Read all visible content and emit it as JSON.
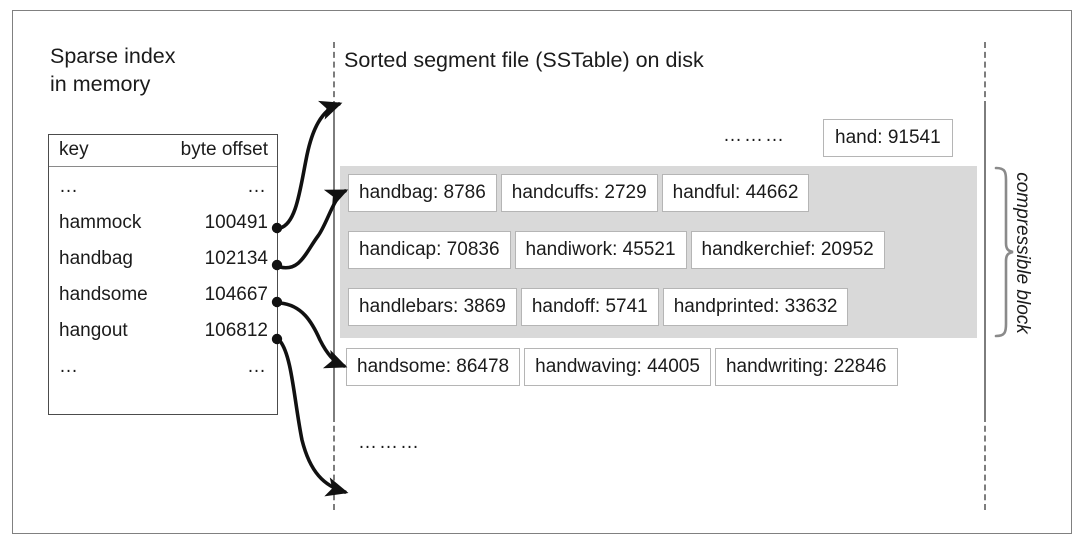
{
  "diagram": {
    "left_caption": "Sparse index\nin memory",
    "right_caption": "Sorted segment file (SSTable) on disk",
    "block_label": "compressible block",
    "ellipsis": "………",
    "short_ellipsis": "…"
  },
  "sparse_index": {
    "columns": {
      "key": "key",
      "offset": "byte offset"
    },
    "rows": [
      {
        "key": "…",
        "offset": "…",
        "is_ellipsis": true
      },
      {
        "key": "hammock",
        "offset": "100491",
        "is_ellipsis": false
      },
      {
        "key": "handbag",
        "offset": "102134",
        "is_ellipsis": false
      },
      {
        "key": "handsome",
        "offset": "104667",
        "is_ellipsis": false
      },
      {
        "key": "hangout",
        "offset": "106812",
        "is_ellipsis": false
      },
      {
        "key": "…",
        "offset": "…",
        "is_ellipsis": true
      }
    ]
  },
  "segment_file": {
    "standalone_entry": "hand: 91541",
    "rows": [
      {
        "in_compressible_block": true,
        "entries": [
          "handbag: 8786",
          "handcuffs: 2729",
          "handful: 44662"
        ]
      },
      {
        "in_compressible_block": true,
        "entries": [
          "handicap: 70836",
          "handiwork: 45521",
          "handkerchief: 20952"
        ]
      },
      {
        "in_compressible_block": true,
        "entries": [
          "handlebars: 3869",
          "handoff: 5741",
          "handprinted: 33632"
        ]
      },
      {
        "in_compressible_block": false,
        "entries": [
          "handsome: 86478",
          "handwaving: 44005",
          "handwriting: 22846"
        ]
      }
    ]
  },
  "colors": {
    "frame": "#808080",
    "text": "#1b1b1b",
    "block_fill": "#d9d9d9",
    "cell_border": "#b5b5b5",
    "boundary_line": "#7d7d7d",
    "arrow": "#111111"
  }
}
